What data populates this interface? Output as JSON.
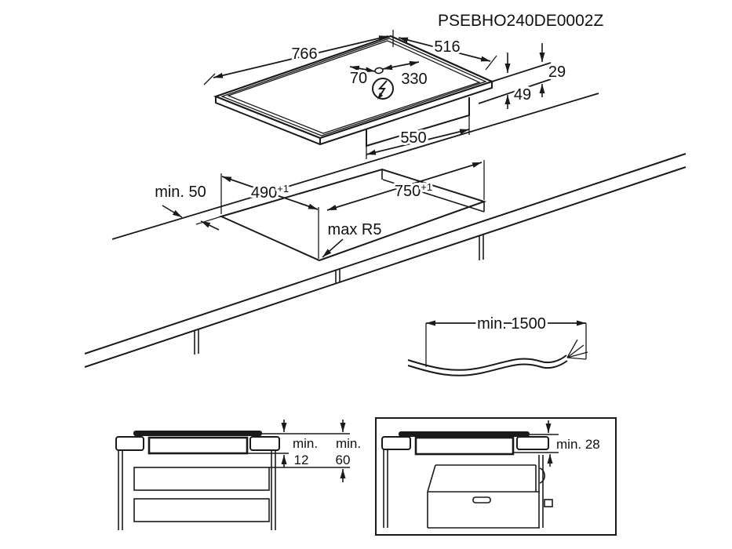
{
  "title": "PSEBHO240DE0002Z",
  "colors": {
    "line": "#1a1a1a",
    "background": "#ffffff"
  },
  "hob_view": {
    "width": "766",
    "depth": "516",
    "cable_offset_left": "70",
    "cable_offset_right": "330",
    "rise_above_worktop": "29",
    "depth_below_worktop": "49",
    "housing_width": "550",
    "power_icon": "lightning-bolt-in-circle"
  },
  "cutout_view": {
    "edge_clearance": "min. 50",
    "cutout_depth": "490",
    "cutout_depth_tolerance": "+1",
    "cutout_width": "750",
    "cutout_width_tolerance": "+1",
    "corner_radius": "max R5"
  },
  "cable_view": {
    "length": "min. 1500"
  },
  "drawer_clearance_view": {
    "hob_clearance_word": "min.",
    "hob_clearance_value": "12",
    "drawer_clearance_word": "min.",
    "drawer_clearance_value": "60"
  },
  "oven_clearance_view": {
    "clearance": "min. 28"
  }
}
